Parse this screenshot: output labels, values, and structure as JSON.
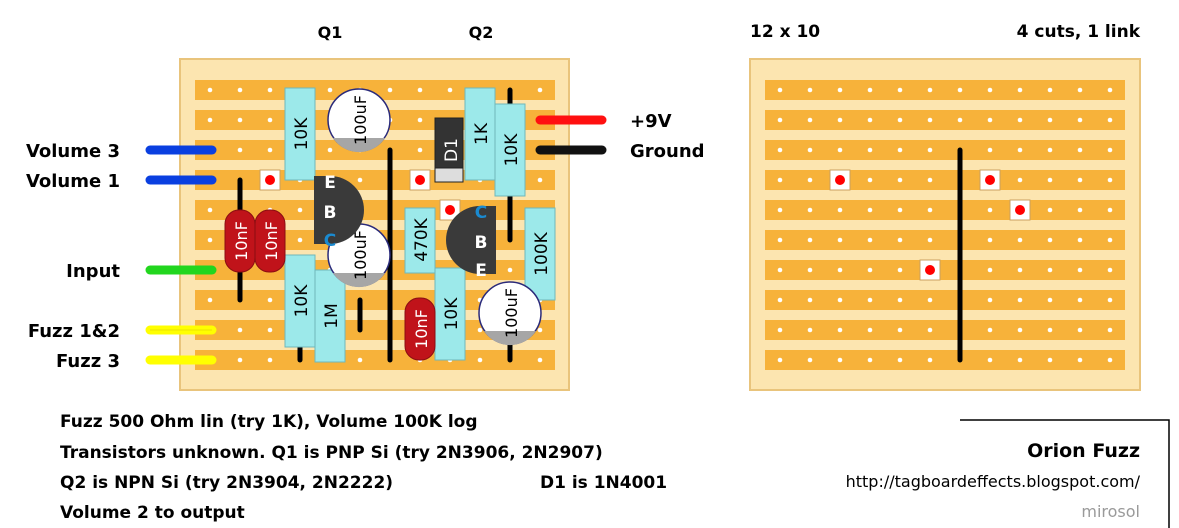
{
  "header": {
    "q1": "Q1",
    "q2": "Q2",
    "grid_size": "12 x 10",
    "cuts_links": "4 cuts, 1 link"
  },
  "wires": {
    "left": [
      {
        "label": "Volume 3",
        "color": "#0a3fe0"
      },
      {
        "label": "Volume 1",
        "color": "#0a3fe0"
      },
      {
        "label": "Input",
        "color": "#22d61e"
      },
      {
        "label": "Fuzz 1&2",
        "color": "#ffff00"
      },
      {
        "label": "Fuzz 3",
        "color": "#ffff00"
      }
    ],
    "right": [
      {
        "label": "+9V",
        "color": "#ff1010"
      },
      {
        "label": "Ground",
        "color": "#111111"
      }
    ]
  },
  "components": {
    "r1": "10K",
    "c_top": "100uF",
    "d1": "D1",
    "r_1k": "1K",
    "r_10k_top": "10K",
    "c1": "10nF",
    "c2": "10nF",
    "c_mid": "100uF",
    "r_470k": "470K",
    "r_100k": "100K",
    "r_10k_low": "10K",
    "r_1m": "1M",
    "c3": "10nF",
    "r_10k_low2": "10K",
    "c_low": "100uF",
    "q1_pins": [
      "E",
      "B",
      "C"
    ],
    "q2_pins": [
      "C",
      "B",
      "E"
    ]
  },
  "notes": [
    "Fuzz 500 Ohm lin (try 1K), Volume 100K log",
    "Transistors unknown. Q1 is PNP Si (try 2N3906, 2N2907)",
    "Q2 is NPN Si (try 2N3904, 2N2222)",
    "D1 is 1N4001",
    "Volume 2 to output"
  ],
  "title_block": {
    "title": "Orion Fuzz",
    "url": "http://tagboardeffects.blogspot.com/",
    "author": "mirosol"
  },
  "colors": {
    "board": "#fce5b0",
    "board_edge": "#e9c47c",
    "strip": "#f7b23a",
    "resistor": "#9ce9ea",
    "ceramic_cap": "#c0131a",
    "cut_marker": "#ff0000"
  }
}
